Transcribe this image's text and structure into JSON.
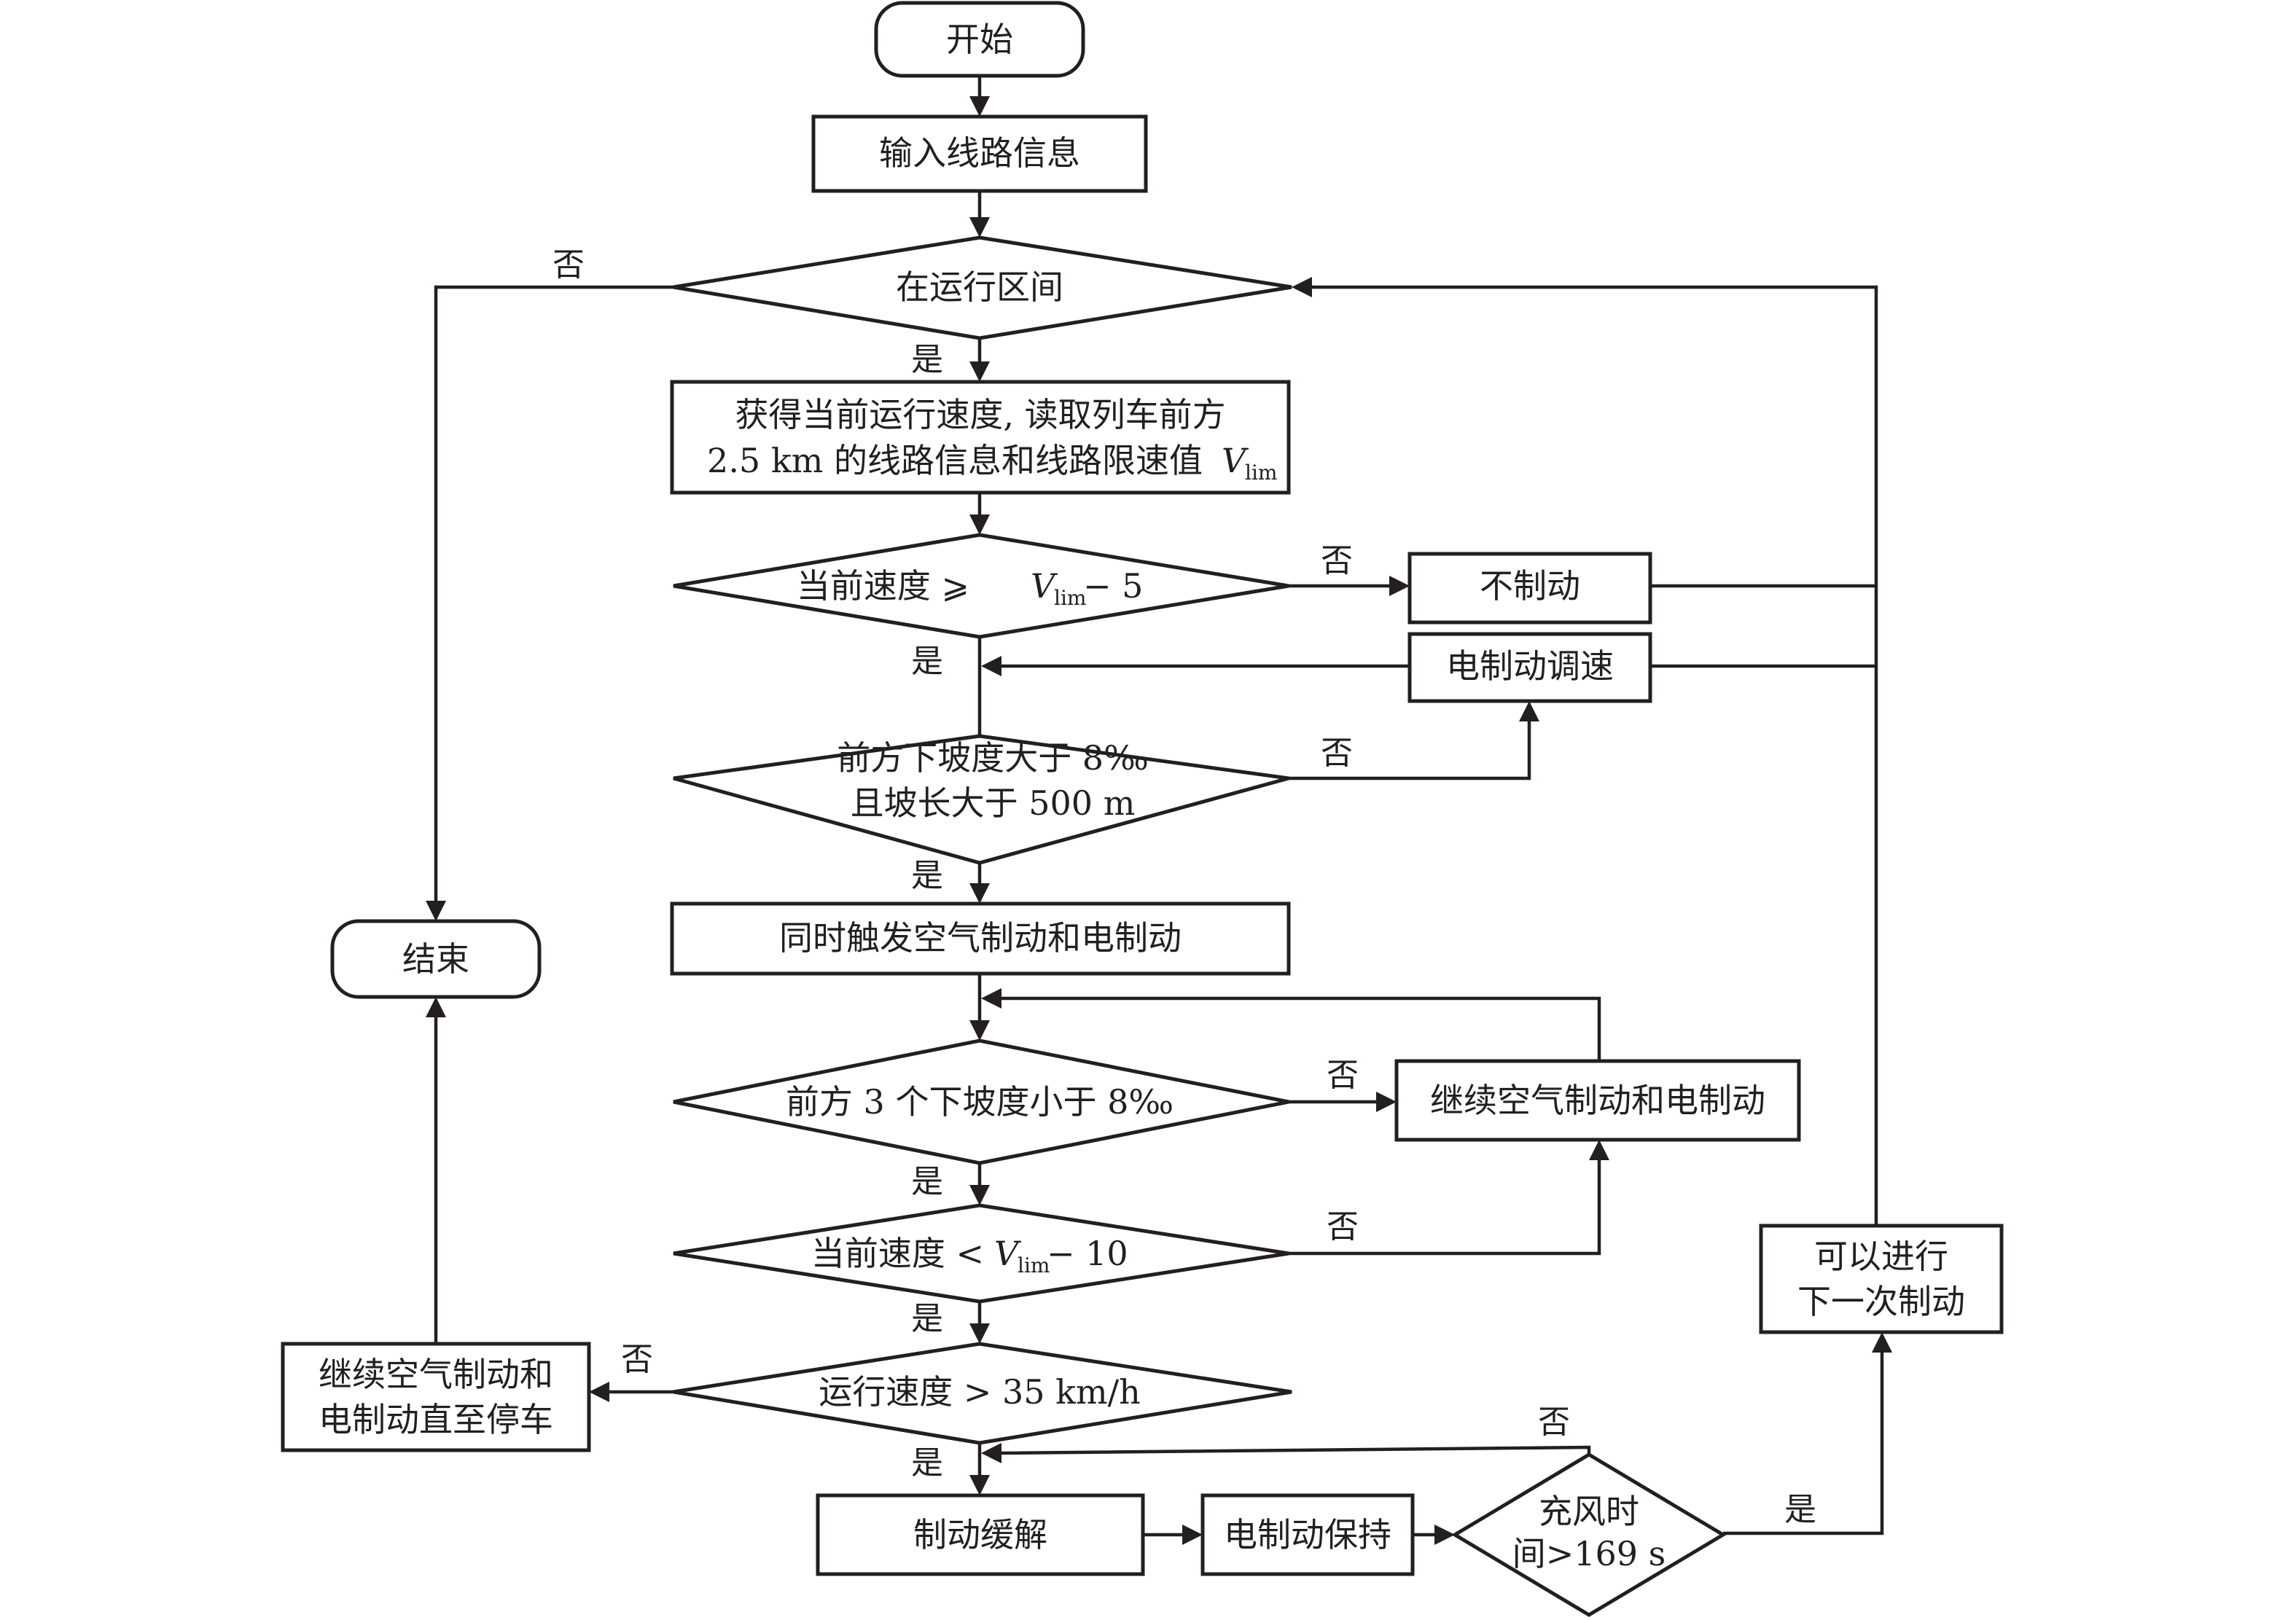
{
  "diagram": {
    "type": "flowchart",
    "nodes": {
      "start": "开始",
      "input_route": "输入线路信息",
      "in_section": "在运行区间",
      "get_speed_line1": "获得当前运行速度, 读取列车前方",
      "get_speed_line2_prefix": "2.5 km 的线路信息和线路限速值",
      "v_symbol": "V",
      "v_sub": "lim",
      "speed_check_prefix": "当前速度 ⩾",
      "speed_check_suffix": "− 5",
      "no_brake": "不制动",
      "electric_regulate": "电制动调速",
      "slope_line1": "前方下坡度大于 8‰",
      "slope_line2": "且坡长大于 500 m",
      "trigger_both": "同时触发空气制动和电制动",
      "next3_slope": "前方 3 个下坡度小于 8‰",
      "continue_air_electric": "继续空气制动和电制动",
      "speed_lt_prefix": "当前速度 <",
      "speed_lt_suffix": "− 10",
      "speed_gt35": "运行速度 > 35 km/h",
      "continue_until_stop_line1": "继续空气制动和",
      "continue_until_stop_line2": "电制动直至停车",
      "end": "结束",
      "brake_release": "制动缓解",
      "electric_hold": "电制动保持",
      "charge_time_line1": "充风时",
      "charge_time_line2": "间>169 s",
      "next_brake_line1": "可以进行",
      "next_brake_line2": "下一次制动"
    },
    "edge_labels": {
      "yes": "是",
      "no": "否"
    }
  }
}
